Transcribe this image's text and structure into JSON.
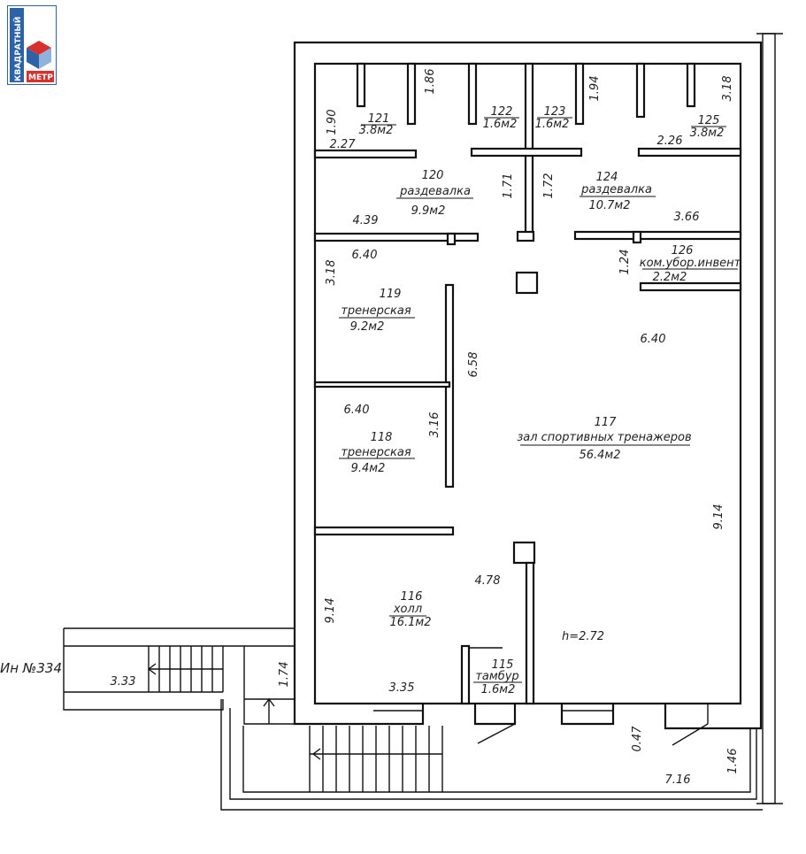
{
  "logo": {
    "text_top": "КВАДРАТНЫЙ",
    "text_bottom": "МЕТР",
    "color_blue": "#2d62a8",
    "color_red": "#d8302c"
  },
  "inventory": "Ин №334",
  "height_note": "h=2.72",
  "rooms": [
    {
      "id": "r121",
      "number": "121",
      "name": "",
      "area": "3.8м2"
    },
    {
      "id": "r122",
      "number": "122",
      "name": "",
      "area": "1.6м2"
    },
    {
      "id": "r123",
      "number": "123",
      "name": "",
      "area": "1.6м2"
    },
    {
      "id": "r125",
      "number": "125",
      "name": "",
      "area": "3.8м2"
    },
    {
      "id": "r120",
      "number": "120",
      "name": "раздевалка",
      "area": "9.9м2"
    },
    {
      "id": "r124",
      "number": "124",
      "name": "раздевалка",
      "area": "10.7м2"
    },
    {
      "id": "r126",
      "number": "126",
      "name": "ком.убор.инвент",
      "area": "2.2м2"
    },
    {
      "id": "r119",
      "number": "119",
      "name": "тренерская",
      "area": "9.2м2"
    },
    {
      "id": "r118",
      "number": "118",
      "name": "тренерская",
      "area": "9.4м2"
    },
    {
      "id": "r117",
      "number": "117",
      "name": "зал спортивных тренажеров",
      "area": "56.4м2"
    },
    {
      "id": "r116",
      "number": "116",
      "name": "холл",
      "area": "16.1м2"
    },
    {
      "id": "r115",
      "number": "115",
      "name": "тамбур",
      "area": "1.6м2"
    }
  ],
  "dimensions": [
    "1.90",
    "1.86",
    "1.94",
    "3.18",
    "2.27",
    "2.26",
    "1.71",
    "1.72",
    "4.39",
    "3.66",
    "6.40",
    "1.24",
    "3.18",
    "6.58",
    "6.40",
    "6.40",
    "3.16",
    "9.14",
    "4.78",
    "9.14",
    "3.35",
    "3.33",
    "1.74",
    "0.47",
    "1.46",
    "7.16"
  ]
}
